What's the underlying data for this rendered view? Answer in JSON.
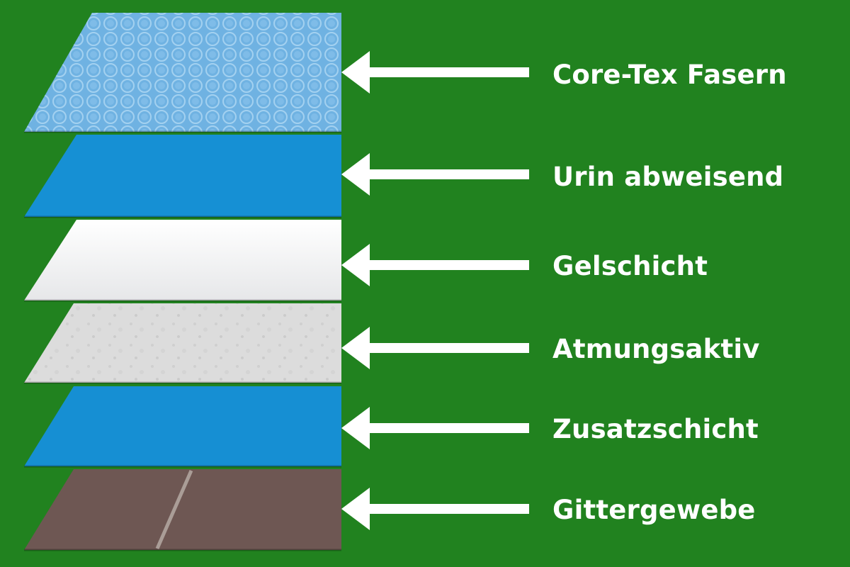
{
  "background_color": "#21821f",
  "layers": [
    {
      "id": "core-tex",
      "label": "Core-Tex Fasern",
      "color": "#6fb2e2",
      "texture": "honeycomb"
    },
    {
      "id": "urin",
      "label": "Urin abweisend",
      "color": "#1690d4",
      "texture": "none"
    },
    {
      "id": "gel",
      "label": "Gelschicht",
      "color": "#f1f2f3",
      "texture": "none"
    },
    {
      "id": "atmung",
      "label": "Atmungsaktiv",
      "color": "#dcdcdc",
      "texture": "speckle"
    },
    {
      "id": "zusatz",
      "label": "Zusatzschicht",
      "color": "#168fd3",
      "texture": "none"
    },
    {
      "id": "gitter",
      "label": "Gittergewebe",
      "color": "#6e5753",
      "texture": "seam"
    }
  ],
  "arrow_color": "#ffffff",
  "label_color": "#ffffff"
}
